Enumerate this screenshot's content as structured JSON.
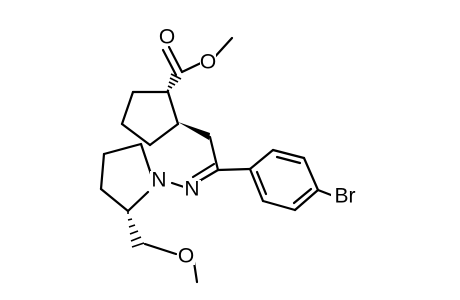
{
  "structure": {
    "atoms": {
      "ester_carbonyl_oxygen": "O",
      "ester_ether_oxygen": "O",
      "pyrrolidine_nitrogen": "N",
      "imine_nitrogen": "N",
      "methoxy_oxygen": "O",
      "bromine": "Br"
    }
  }
}
